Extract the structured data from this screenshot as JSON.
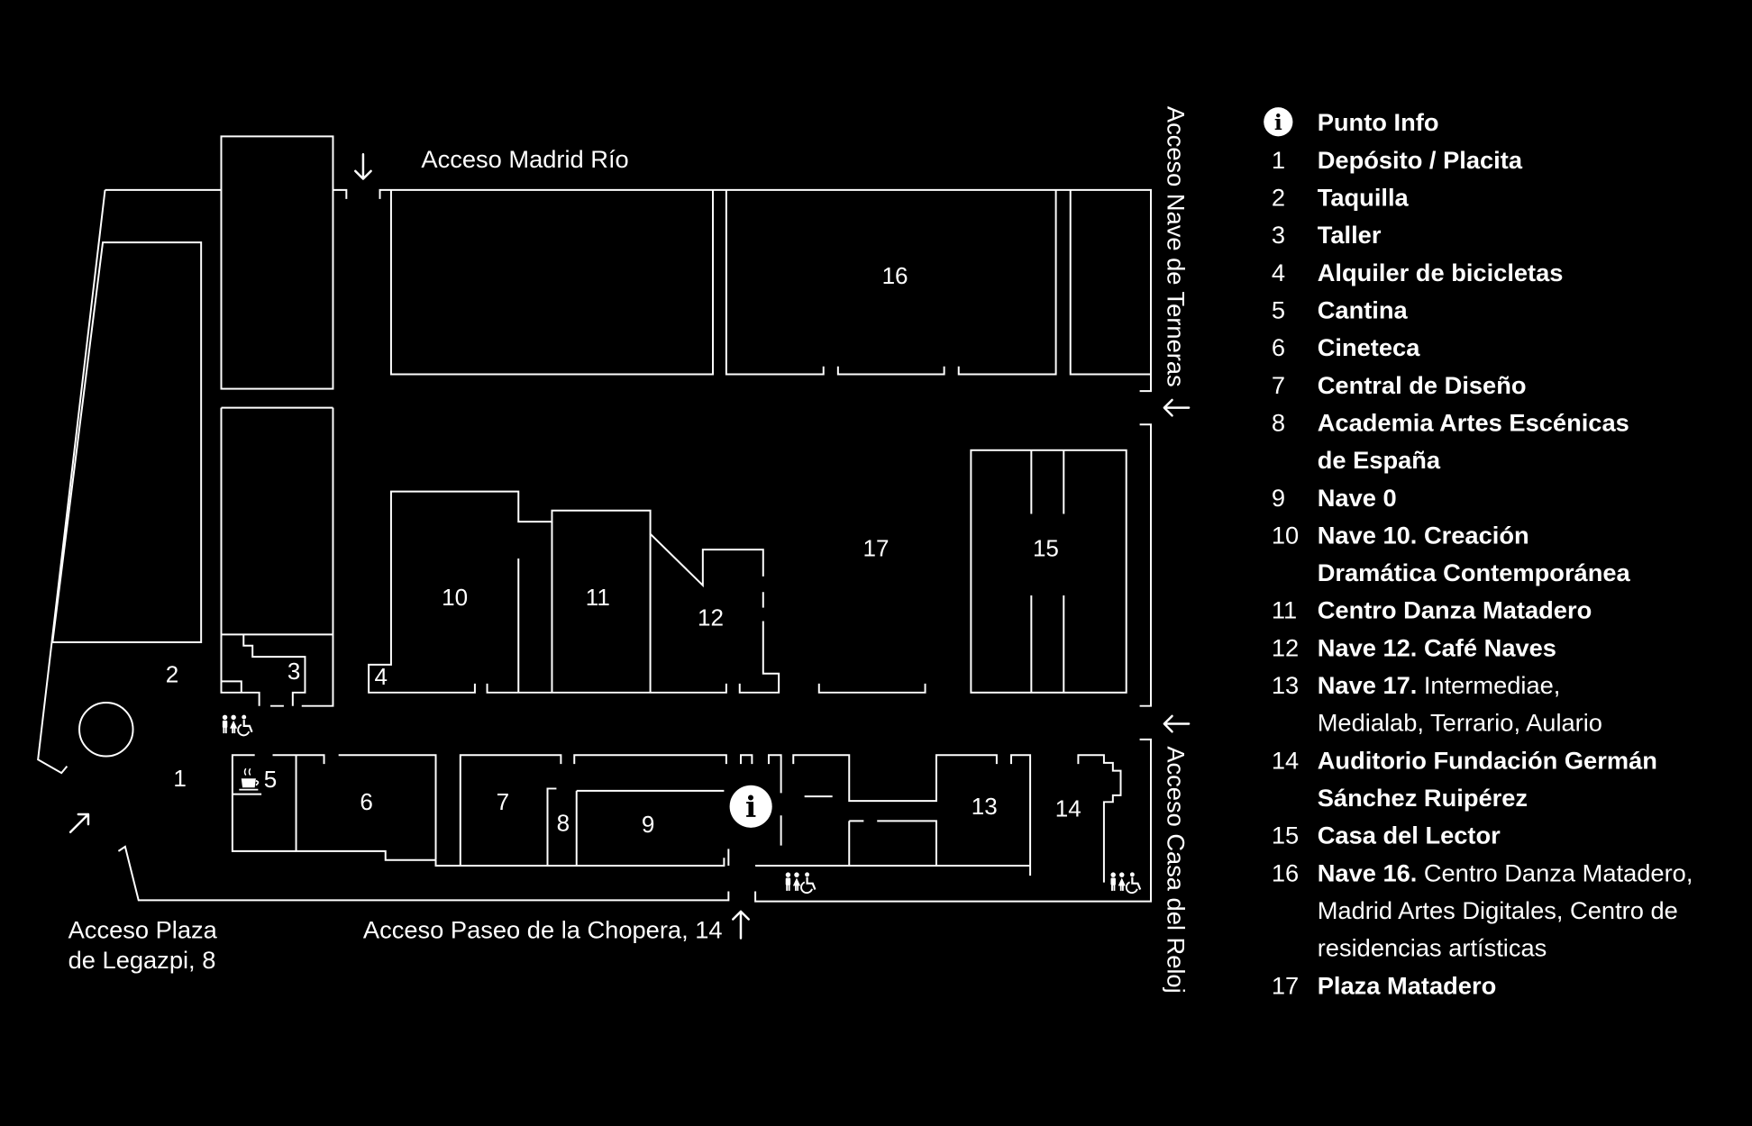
{
  "colors": {
    "background": "#000000",
    "lines": "#ffffff",
    "text": "#ffffff"
  },
  "map": {
    "access": {
      "madrid_rio": "Acceso Madrid Río",
      "nave_terneras": "Acceso Nave de Terneras",
      "casa_reloj": "Acceso Casa del Reloj",
      "legazpi_line1": "Acceso Plaza",
      "legazpi_line2": "de Legazpi, 8",
      "chopera": "Acceso Paseo de la Chopera, 14"
    },
    "info_glyph": "i",
    "rooms": {
      "r1": "1",
      "r2": "2",
      "r3": "3",
      "r4": "4",
      "r5": "5",
      "r6": "6",
      "r7": "7",
      "r8": "8",
      "r9": "9",
      "r10": "10",
      "r11": "11",
      "r12": "12",
      "r13": "13",
      "r14": "14",
      "r15": "15",
      "r16": "16",
      "r17": "17"
    },
    "icons": [
      "info-icon",
      "restroom-icon",
      "accessible-icon",
      "coffee-icon",
      "arrow-icon"
    ]
  },
  "legend": {
    "info_glyph": "i",
    "info_label": "Punto Info",
    "items": [
      {
        "number": "1",
        "lines": [
          {
            "bold": "Depósito / Placita"
          }
        ]
      },
      {
        "number": "2",
        "lines": [
          {
            "bold": "Taquilla"
          }
        ]
      },
      {
        "number": "3",
        "lines": [
          {
            "bold": "Taller"
          }
        ]
      },
      {
        "number": "4",
        "lines": [
          {
            "bold": "Alquiler de bicicletas"
          }
        ]
      },
      {
        "number": "5",
        "lines": [
          {
            "bold": "Cantina"
          }
        ]
      },
      {
        "number": "6",
        "lines": [
          {
            "bold": "Cineteca"
          }
        ]
      },
      {
        "number": "7",
        "lines": [
          {
            "bold": "Central de Diseño"
          }
        ]
      },
      {
        "number": "8",
        "lines": [
          {
            "bold": "Academia Artes Escénicas"
          },
          {
            "bold": "de España"
          }
        ]
      },
      {
        "number": "9",
        "lines": [
          {
            "bold": "Nave 0"
          }
        ]
      },
      {
        "number": "10",
        "lines": [
          {
            "bold": "Nave 10. Creación"
          },
          {
            "bold": "Dramática Contemporánea"
          }
        ]
      },
      {
        "number": "11",
        "lines": [
          {
            "bold": "Centro Danza Matadero"
          }
        ]
      },
      {
        "number": "12",
        "lines": [
          {
            "bold": "Nave 12. Café Naves"
          }
        ]
      },
      {
        "number": "13",
        "lines": [
          {
            "bold": "Nave 17.",
            "regular": "Intermediae,"
          },
          {
            "regular": "Medialab, Terrario, Aulario"
          }
        ]
      },
      {
        "number": "14",
        "lines": [
          {
            "bold": "Auditorio Fundación Germán"
          },
          {
            "bold": "Sánchez Ruipérez"
          }
        ]
      },
      {
        "number": "15",
        "lines": [
          {
            "bold": "Casa del Lector"
          }
        ]
      },
      {
        "number": "16",
        "lines": [
          {
            "bold": "Nave 16.",
            "regular": "Centro Danza Matadero,"
          },
          {
            "regular": "Madrid Artes Digitales, Centro de"
          },
          {
            "regular": "residencias artísticas"
          }
        ]
      },
      {
        "number": "17",
        "lines": [
          {
            "bold": "Plaza Matadero"
          }
        ]
      }
    ]
  }
}
